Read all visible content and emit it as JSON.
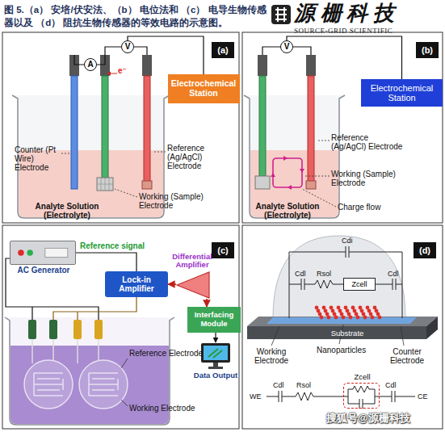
{
  "diagram": {
    "caption": "图 5.（a） 安培/伏安法、（b） 电位法和 （c） 电导生物传感器以及 （d） 阻抗生物传感器的等效电路的示意图。",
    "nodes": [
      {
        "text": [
          "(a)"
        ]
      },
      {
        "text": [
          "A"
        ]
      },
      {
        "text": [
          "V"
        ]
      },
      {
        "text": [
          "Electrochemical Station"
        ]
      },
      {
        "text": [
          "(b)"
        ]
      },
      {
        "text": [
          "V"
        ]
      },
      {
        "text": [
          "Electrochemical Station"
        ]
      },
      {
        "text": [
          "AC Generator"
        ]
      },
      {
        "text": [
          "Lock-in Amplifier"
        ]
      },
      {
        "text": [
          "Differential Amplifier"
        ]
      },
      {
        "text": [
          "Interfacing Module"
        ]
      },
      {
        "text": [
          "Data Output"
        ]
      },
      {
        "text": [
          "(c)"
        ]
      },
      {
        "text": [
          "(d)"
        ]
      },
      {
        "text": [
          "Zcell"
        ]
      },
      {
        "text": [
          "Zcell"
        ]
      }
    ],
    "edges": [
      {
        "from": 2,
        "to": 3,
        "arrow": "none"
      },
      {
        "from": 5,
        "to": 6,
        "arrow": "none"
      },
      {
        "from": 7,
        "to": 8,
        "label": "Reference signal",
        "arrow": "none"
      },
      {
        "from": 9,
        "to": 8,
        "arrow": "to"
      },
      {
        "from": 9,
        "to": 10,
        "arrow": "to"
      },
      {
        "from": 10,
        "to": 11,
        "arrow": "to"
      }
    ],
    "labels": [
      "Counter (Pt Wire) Electrode",
      "e⁻",
      "Reference (Ag/AgCl) Electrode",
      "Working (Sample) Electrode",
      "Analyte Solution (Electrolyte)",
      "Reference (Ag/AgCl) Electrode",
      "Working (Sample) Electrode",
      "Charge flow",
      "Analyte Solution (Electrolyte)",
      "Reference Electrode",
      "Working Electrode",
      "Cdi",
      "Cdl",
      "Rsol",
      "Cdl",
      "Substrate",
      "Nanoparticles",
      "Working Electrode",
      "Counter Electrode",
      "WE",
      "Cdl",
      "Rsol",
      "Cdl",
      "CE",
      "源 栅 科 技",
      "SOURCE-GRID SCIENTIFIC",
      "搜狐号@源栅科技"
    ]
  }
}
